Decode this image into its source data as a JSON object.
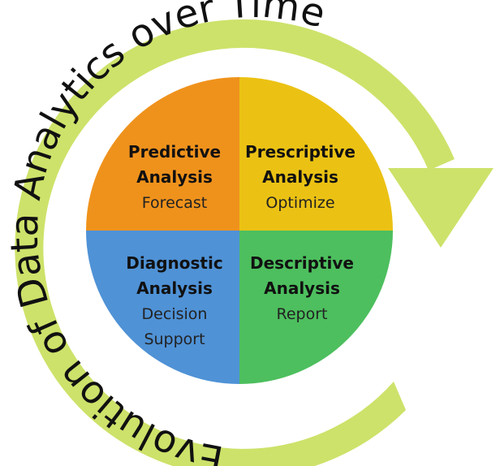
{
  "cycle_label": "Evolution of Data Analytics over Time",
  "colors": {
    "ring": "#cde26a",
    "predictive": "#ef921c",
    "prescriptive": "#ebc214",
    "diagnostic": "#4f92d6",
    "descriptive": "#4dbf5e"
  },
  "quadrants": {
    "predictive": {
      "title_1": "Predictive",
      "title_2": "Analysis",
      "sub_1": "Forecast",
      "sub_2": ""
    },
    "prescriptive": {
      "title_1": "Prescriptive",
      "title_2": "Analysis",
      "sub_1": "Optimize",
      "sub_2": ""
    },
    "diagnostic": {
      "title_1": "Diagnostic",
      "title_2": "Analysis",
      "sub_1": "Decision",
      "sub_2": "Support"
    },
    "descriptive": {
      "title_1": "Descriptive",
      "title_2": "Analysis",
      "sub_1": "Report",
      "sub_2": ""
    }
  }
}
